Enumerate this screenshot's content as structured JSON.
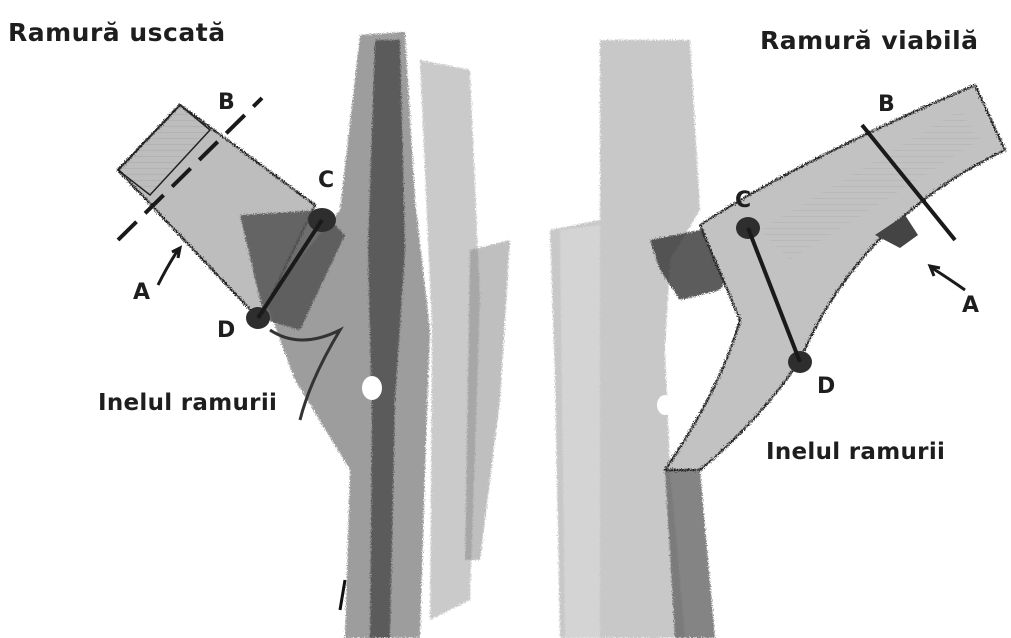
{
  "left_panel": {
    "title": "Ramură uscată",
    "ring_label": "Inelul ramurii",
    "points": {
      "a": "A",
      "b": "B",
      "c": "C",
      "d": "D"
    }
  },
  "right_panel": {
    "title": "Ramură viabilă",
    "ring_label": "Inelul ramurii",
    "points": {
      "a": "A",
      "b": "B",
      "c": "C",
      "d": "D"
    }
  }
}
